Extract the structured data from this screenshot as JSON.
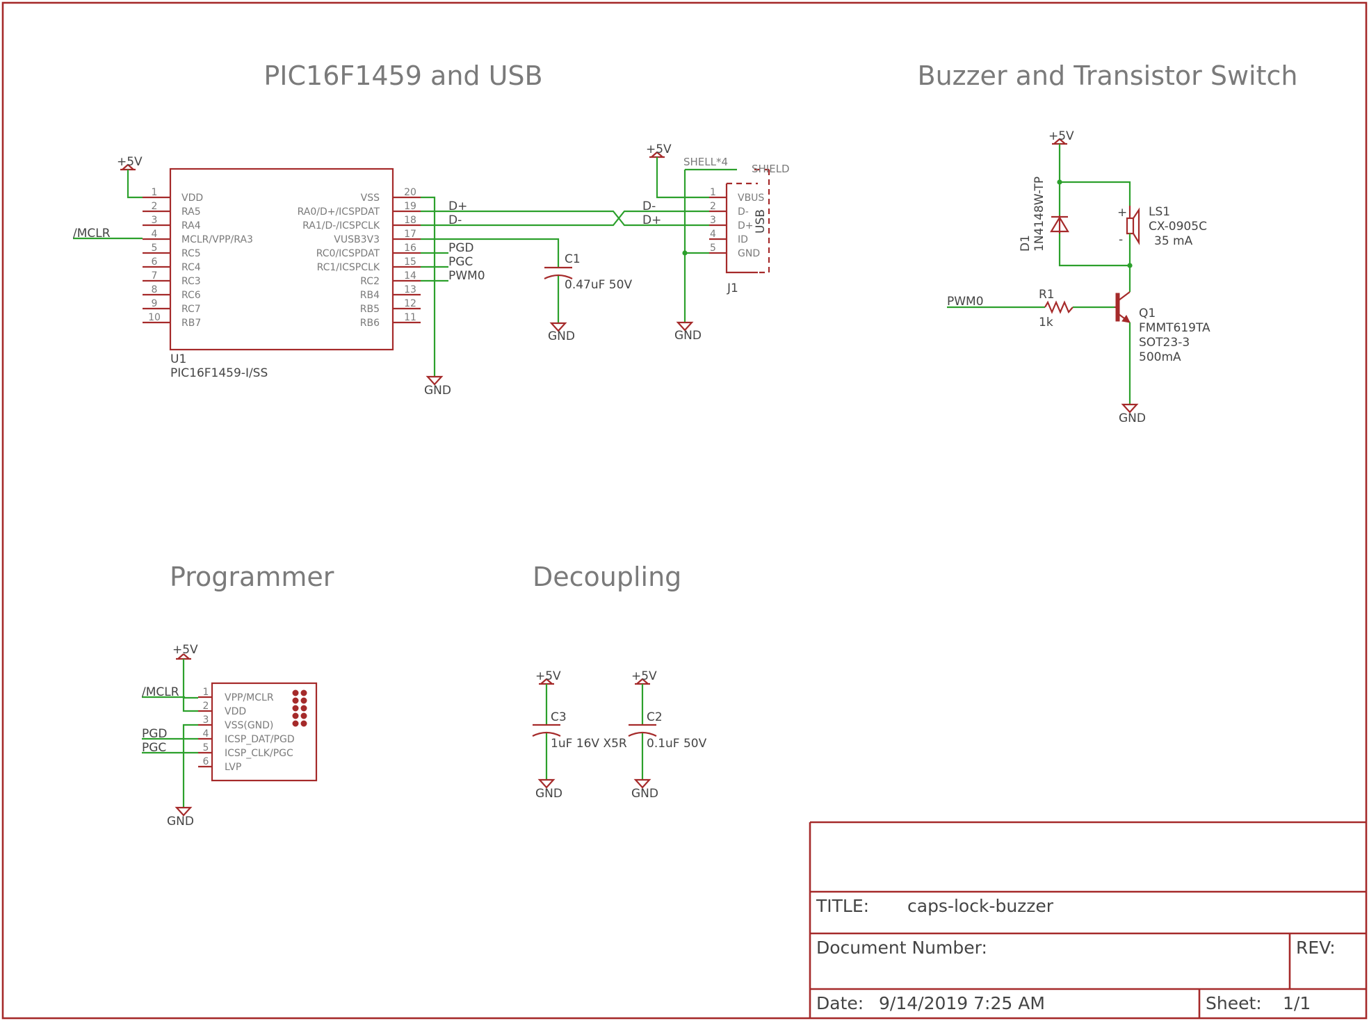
{
  "sections": {
    "pic_usb": "PIC16F1459 and USB",
    "buzzer": "Buzzer and Transistor Switch",
    "programmer": "Programmer",
    "decoupling": "Decoupling"
  },
  "power": {
    "vcc": "+5V",
    "gnd": "GND"
  },
  "nets": {
    "mclr": "/MCLR",
    "dplus": "D+",
    "dminus": "D-",
    "pgd": "PGD",
    "pgc": "PGC",
    "pwm0": "PWM0"
  },
  "u1": {
    "ref": "U1",
    "value": "PIC16F1459-I/SS",
    "left_pins": [
      {
        "num": "1",
        "name": "VDD"
      },
      {
        "num": "2",
        "name": "RA5"
      },
      {
        "num": "3",
        "name": "RA4"
      },
      {
        "num": "4",
        "name": "MCLR/VPP/RA3"
      },
      {
        "num": "5",
        "name": "RC5"
      },
      {
        "num": "6",
        "name": "RC4"
      },
      {
        "num": "7",
        "name": "RC3"
      },
      {
        "num": "8",
        "name": "RC6"
      },
      {
        "num": "9",
        "name": "RC7"
      },
      {
        "num": "10",
        "name": "RB7"
      }
    ],
    "right_pins": [
      {
        "num": "20",
        "name": "VSS"
      },
      {
        "num": "19",
        "name": "RA0/D+/ICSPDAT"
      },
      {
        "num": "18",
        "name": "RA1/D-/ICSPCLK"
      },
      {
        "num": "17",
        "name": "VUSB3V3"
      },
      {
        "num": "16",
        "name": "RC0/ICSPDAT"
      },
      {
        "num": "15",
        "name": "RC1/ICSPCLK"
      },
      {
        "num": "14",
        "name": "RC2"
      },
      {
        "num": "13",
        "name": "RB4"
      },
      {
        "num": "12",
        "name": "RB5"
      },
      {
        "num": "11",
        "name": "RB6"
      }
    ]
  },
  "c1": {
    "ref": "C1",
    "value": "0.47uF 50V"
  },
  "j1": {
    "ref": "J1",
    "shell_label": "SHELL*4",
    "shield_label": "SHIELD",
    "type_label": "USB",
    "pins": [
      {
        "num": "1",
        "name": "VBUS"
      },
      {
        "num": "2",
        "name": "D-"
      },
      {
        "num": "3",
        "name": "D+"
      },
      {
        "num": "4",
        "name": "ID"
      },
      {
        "num": "5",
        "name": "GND"
      }
    ]
  },
  "d1": {
    "ref": "D1",
    "value": "1N4148W-TP"
  },
  "ls1": {
    "ref": "LS1",
    "value": "CX-0905C",
    "rating": "35 mA",
    "plus": "+",
    "minus": "-"
  },
  "r1": {
    "ref": "R1",
    "value": "1k"
  },
  "q1": {
    "ref": "Q1",
    "value": "FMMT619TA",
    "package": "SOT23-3",
    "rating": "500mA"
  },
  "prog": {
    "pins": [
      {
        "num": "1",
        "name": "VPP/MCLR"
      },
      {
        "num": "2",
        "name": "VDD"
      },
      {
        "num": "3",
        "name": "VSS(GND)"
      },
      {
        "num": "4",
        "name": "ICSP_DAT/PGD"
      },
      {
        "num": "5",
        "name": "ICSP_CLK/PGC"
      },
      {
        "num": "6",
        "name": "LVP"
      }
    ]
  },
  "c3": {
    "ref": "C3",
    "value": "1uF 16V X5R"
  },
  "c2": {
    "ref": "C2",
    "value": "0.1uF 50V"
  },
  "titleblock": {
    "title_label": "TITLE:",
    "title_value": "caps-lock-buzzer",
    "docnum_label": "Document Number:",
    "rev_label": "REV:",
    "date_label": "Date:",
    "date_value": "9/14/2019 7:25 AM",
    "sheet_label": "Sheet:",
    "sheet_value": "1/1"
  },
  "colors": {
    "symbol": "#a52a2a",
    "wire": "#2ca02c",
    "text": "#7a7a7a"
  }
}
